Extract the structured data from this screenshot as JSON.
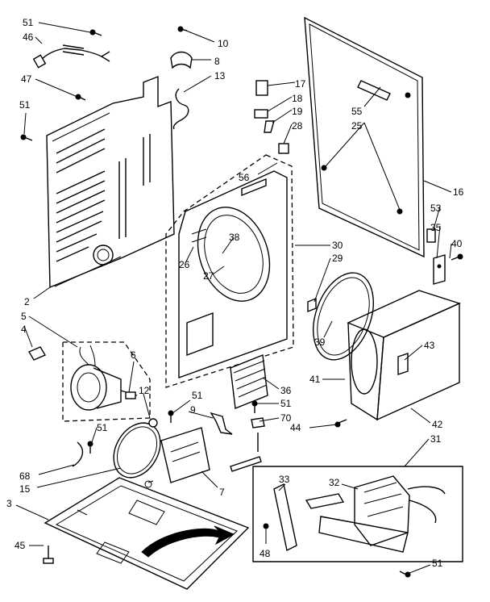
{
  "callouts": [
    {
      "id": "c51a",
      "text": "51"
    },
    {
      "id": "c46",
      "text": "46"
    },
    {
      "id": "c47",
      "text": "47"
    },
    {
      "id": "c51b",
      "text": "51"
    },
    {
      "id": "c10",
      "text": "10"
    },
    {
      "id": "c8",
      "text": "8"
    },
    {
      "id": "c13",
      "text": "13"
    },
    {
      "id": "c17",
      "text": "17"
    },
    {
      "id": "c18",
      "text": "18"
    },
    {
      "id": "c19",
      "text": "19"
    },
    {
      "id": "c28",
      "text": "28"
    },
    {
      "id": "c56",
      "text": "56"
    },
    {
      "id": "c55",
      "text": "55"
    },
    {
      "id": "c25",
      "text": "25"
    },
    {
      "id": "c16",
      "text": "16"
    },
    {
      "id": "c53",
      "text": "53"
    },
    {
      "id": "c35",
      "text": "35"
    },
    {
      "id": "c40",
      "text": "40"
    },
    {
      "id": "c2",
      "text": "2"
    },
    {
      "id": "c5",
      "text": "5"
    },
    {
      "id": "c4",
      "text": "4"
    },
    {
      "id": "c6",
      "text": "6"
    },
    {
      "id": "c38",
      "text": "38"
    },
    {
      "id": "c26",
      "text": "26"
    },
    {
      "id": "c27",
      "text": "27"
    },
    {
      "id": "c30",
      "text": "30"
    },
    {
      "id": "c29",
      "text": "29"
    },
    {
      "id": "c39",
      "text": "39"
    },
    {
      "id": "c43",
      "text": "43"
    },
    {
      "id": "c41",
      "text": "41"
    },
    {
      "id": "c36",
      "text": "36"
    },
    {
      "id": "c51c",
      "text": "51"
    },
    {
      "id": "c70",
      "text": "70"
    },
    {
      "id": "c44",
      "text": "44"
    },
    {
      "id": "c42",
      "text": "42"
    },
    {
      "id": "c31",
      "text": "31"
    },
    {
      "id": "c12",
      "text": "12"
    },
    {
      "id": "c51d",
      "text": "51"
    },
    {
      "id": "c9",
      "text": "9"
    },
    {
      "id": "c51e",
      "text": "51"
    },
    {
      "id": "c68",
      "text": "68"
    },
    {
      "id": "c15",
      "text": "15"
    },
    {
      "id": "c7",
      "text": "7"
    },
    {
      "id": "c3",
      "text": "3"
    },
    {
      "id": "c45",
      "text": "45"
    },
    {
      "id": "c33",
      "text": "33"
    },
    {
      "id": "c32",
      "text": "32"
    },
    {
      "id": "c48",
      "text": "48"
    },
    {
      "id": "c51f",
      "text": "51"
    }
  ]
}
